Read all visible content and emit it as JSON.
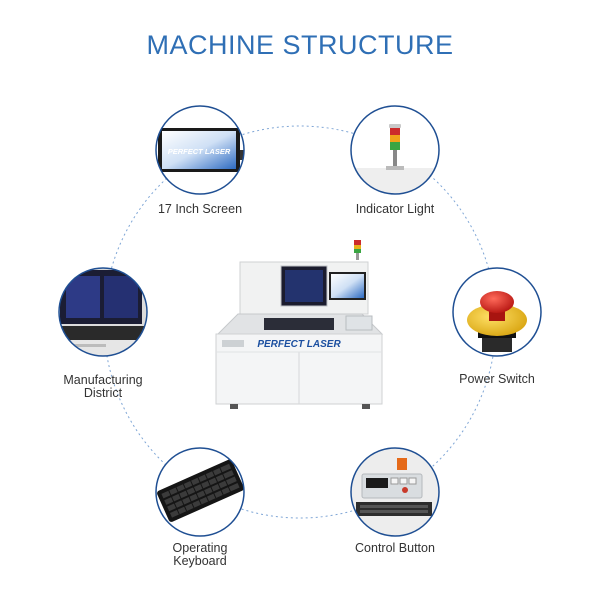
{
  "title": "MACHINE STRUCTURE",
  "brand": "PERFECT LASER",
  "components": [
    {
      "id": "screen",
      "label": "17 Inch Screen",
      "icon": "monitor-icon"
    },
    {
      "id": "indicator",
      "label": "Indicator Light",
      "icon": "signal-tower-icon"
    },
    {
      "id": "power",
      "label": "Power Switch",
      "icon": "emergency-stop-icon"
    },
    {
      "id": "control",
      "label": "Control Button",
      "icon": "control-panel-icon"
    },
    {
      "id": "keyboard",
      "label": "Operating Keyboard",
      "icon": "keyboard-icon"
    },
    {
      "id": "manufacturing",
      "label": "Manufacturing District",
      "icon": "work-chamber-icon"
    }
  ],
  "colors": {
    "title": "#2f6fb5",
    "ring": "#7fa6d6",
    "circle_border": "#1f4f93",
    "brand": "#1b4fa0",
    "estop_red": "#d91e18",
    "estop_yellow": "#f2c21a"
  }
}
